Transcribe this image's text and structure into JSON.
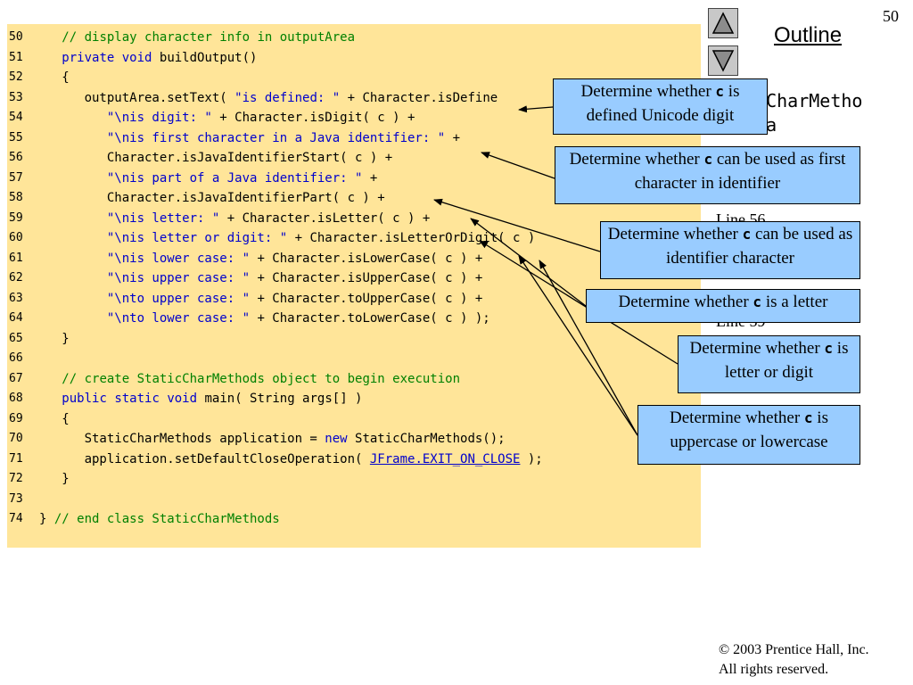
{
  "page_number": "50",
  "outline": {
    "title": "Outline",
    "filename_lines": [
      "icCharMetho",
      "ava"
    ],
    "line_refs": [
      "Line 56",
      "Line 59"
    ]
  },
  "nav": {
    "up_icon": "triangle-up-icon",
    "down_icon": "triangle-down-icon"
  },
  "code_lines": [
    {
      "num": "50",
      "segments": [
        {
          "t": "   "
        },
        {
          "t": "// display character info in outputArea",
          "c": "cm"
        }
      ]
    },
    {
      "num": "51",
      "segments": [
        {
          "t": "   "
        },
        {
          "t": "private",
          "c": "kw"
        },
        {
          "t": " "
        },
        {
          "t": "void",
          "c": "kw"
        },
        {
          "t": " buildOutput()"
        }
      ]
    },
    {
      "num": "52",
      "segments": [
        {
          "t": "   {"
        }
      ]
    },
    {
      "num": "53",
      "segments": [
        {
          "t": "      outputArea.setText( "
        },
        {
          "t": "\"is defined: \"",
          "c": "st"
        },
        {
          "t": " + Character.isDefine"
        }
      ]
    },
    {
      "num": "54",
      "segments": [
        {
          "t": "         "
        },
        {
          "t": "\"\\nis digit: \"",
          "c": "st"
        },
        {
          "t": " + Character.isDigit( c ) +"
        }
      ]
    },
    {
      "num": "55",
      "segments": [
        {
          "t": "         "
        },
        {
          "t": "\"\\nis first character in a Java identifier: \"",
          "c": "st"
        },
        {
          "t": " +"
        }
      ]
    },
    {
      "num": "56",
      "segments": [
        {
          "t": "         Character.isJavaIdentifierStart( c ) +"
        }
      ]
    },
    {
      "num": "57",
      "segments": [
        {
          "t": "         "
        },
        {
          "t": "\"\\nis part of a Java identifier: \"",
          "c": "st"
        },
        {
          "t": " +"
        }
      ]
    },
    {
      "num": "58",
      "segments": [
        {
          "t": "         Character.isJavaIdentifierPart( c ) +"
        }
      ]
    },
    {
      "num": "59",
      "segments": [
        {
          "t": "         "
        },
        {
          "t": "\"\\nis letter: \"",
          "c": "st"
        },
        {
          "t": " + Character.isLetter( c ) +"
        }
      ]
    },
    {
      "num": "60",
      "segments": [
        {
          "t": "         "
        },
        {
          "t": "\"\\nis letter or digit: \"",
          "c": "st"
        },
        {
          "t": " + Character.isLetterOrDigit( c )"
        }
      ]
    },
    {
      "num": "61",
      "segments": [
        {
          "t": "         "
        },
        {
          "t": "\"\\nis lower case: \"",
          "c": "st"
        },
        {
          "t": " + Character.isLowerCase( c ) +"
        }
      ]
    },
    {
      "num": "62",
      "segments": [
        {
          "t": "         "
        },
        {
          "t": "\"\\nis upper case: \"",
          "c": "st"
        },
        {
          "t": " + Character.isUpperCase( c ) +"
        }
      ]
    },
    {
      "num": "63",
      "segments": [
        {
          "t": "         "
        },
        {
          "t": "\"\\nto upper case: \"",
          "c": "st"
        },
        {
          "t": " + Character.toUpperCase( c ) +"
        }
      ]
    },
    {
      "num": "64",
      "segments": [
        {
          "t": "         "
        },
        {
          "t": "\"\\nto lower case: \"",
          "c": "st"
        },
        {
          "t": " + Character.toLowerCase( c ) );"
        }
      ]
    },
    {
      "num": "65",
      "segments": [
        {
          "t": "   }"
        }
      ]
    },
    {
      "num": "66",
      "segments": [
        {
          "t": ""
        }
      ]
    },
    {
      "num": "67",
      "segments": [
        {
          "t": "   "
        },
        {
          "t": "// create StaticCharMethods object to begin execution",
          "c": "cm"
        }
      ]
    },
    {
      "num": "68",
      "segments": [
        {
          "t": "   "
        },
        {
          "t": "public",
          "c": "kw"
        },
        {
          "t": " "
        },
        {
          "t": "static",
          "c": "kw"
        },
        {
          "t": " "
        },
        {
          "t": "void",
          "c": "kw"
        },
        {
          "t": " main( String args[] )"
        }
      ]
    },
    {
      "num": "69",
      "segments": [
        {
          "t": "   {"
        }
      ]
    },
    {
      "num": "70",
      "segments": [
        {
          "t": "      StaticCharMethods application = "
        },
        {
          "t": "new",
          "c": "kw"
        },
        {
          "t": " StaticCharMethods();"
        }
      ]
    },
    {
      "num": "71",
      "segments": [
        {
          "t": "      application.setDefaultCloseOperation( "
        },
        {
          "t": "JFrame.EXIT_ON_CLOSE",
          "c": "cst"
        },
        {
          "t": " );"
        }
      ]
    },
    {
      "num": "72",
      "segments": [
        {
          "t": "   }"
        }
      ]
    },
    {
      "num": "73",
      "segments": [
        {
          "t": ""
        }
      ]
    },
    {
      "num": "74",
      "segments": [
        {
          "t": "} "
        },
        {
          "t": "// end class StaticCharMethods",
          "c": "cm"
        }
      ]
    }
  ],
  "callouts": [
    {
      "pre": "Determine whether ",
      "var": "c",
      "post": " is defined Unicode digit"
    },
    {
      "pre": "Determine whether ",
      "var": "c",
      "post": " can be used as first character in identifier"
    },
    {
      "pre": "Determine whether ",
      "var": "c",
      "post": " can be used as identifier character"
    },
    {
      "pre": "Determine whether ",
      "var": "c",
      "post": " is a letter"
    },
    {
      "pre": "Determine whether ",
      "var": "c",
      "post": " is letter or digit"
    },
    {
      "pre": "Determine whether ",
      "var": "c",
      "post": " is uppercase or lowercase"
    }
  ],
  "footer": {
    "copyright": "© 2003 Prentice Hall, Inc.",
    "rights": "All rights reserved."
  },
  "colors": {
    "code_background": "#ffe599",
    "callout_background": "#99ccff",
    "comment": "#008000",
    "keyword": "#0000cc"
  }
}
